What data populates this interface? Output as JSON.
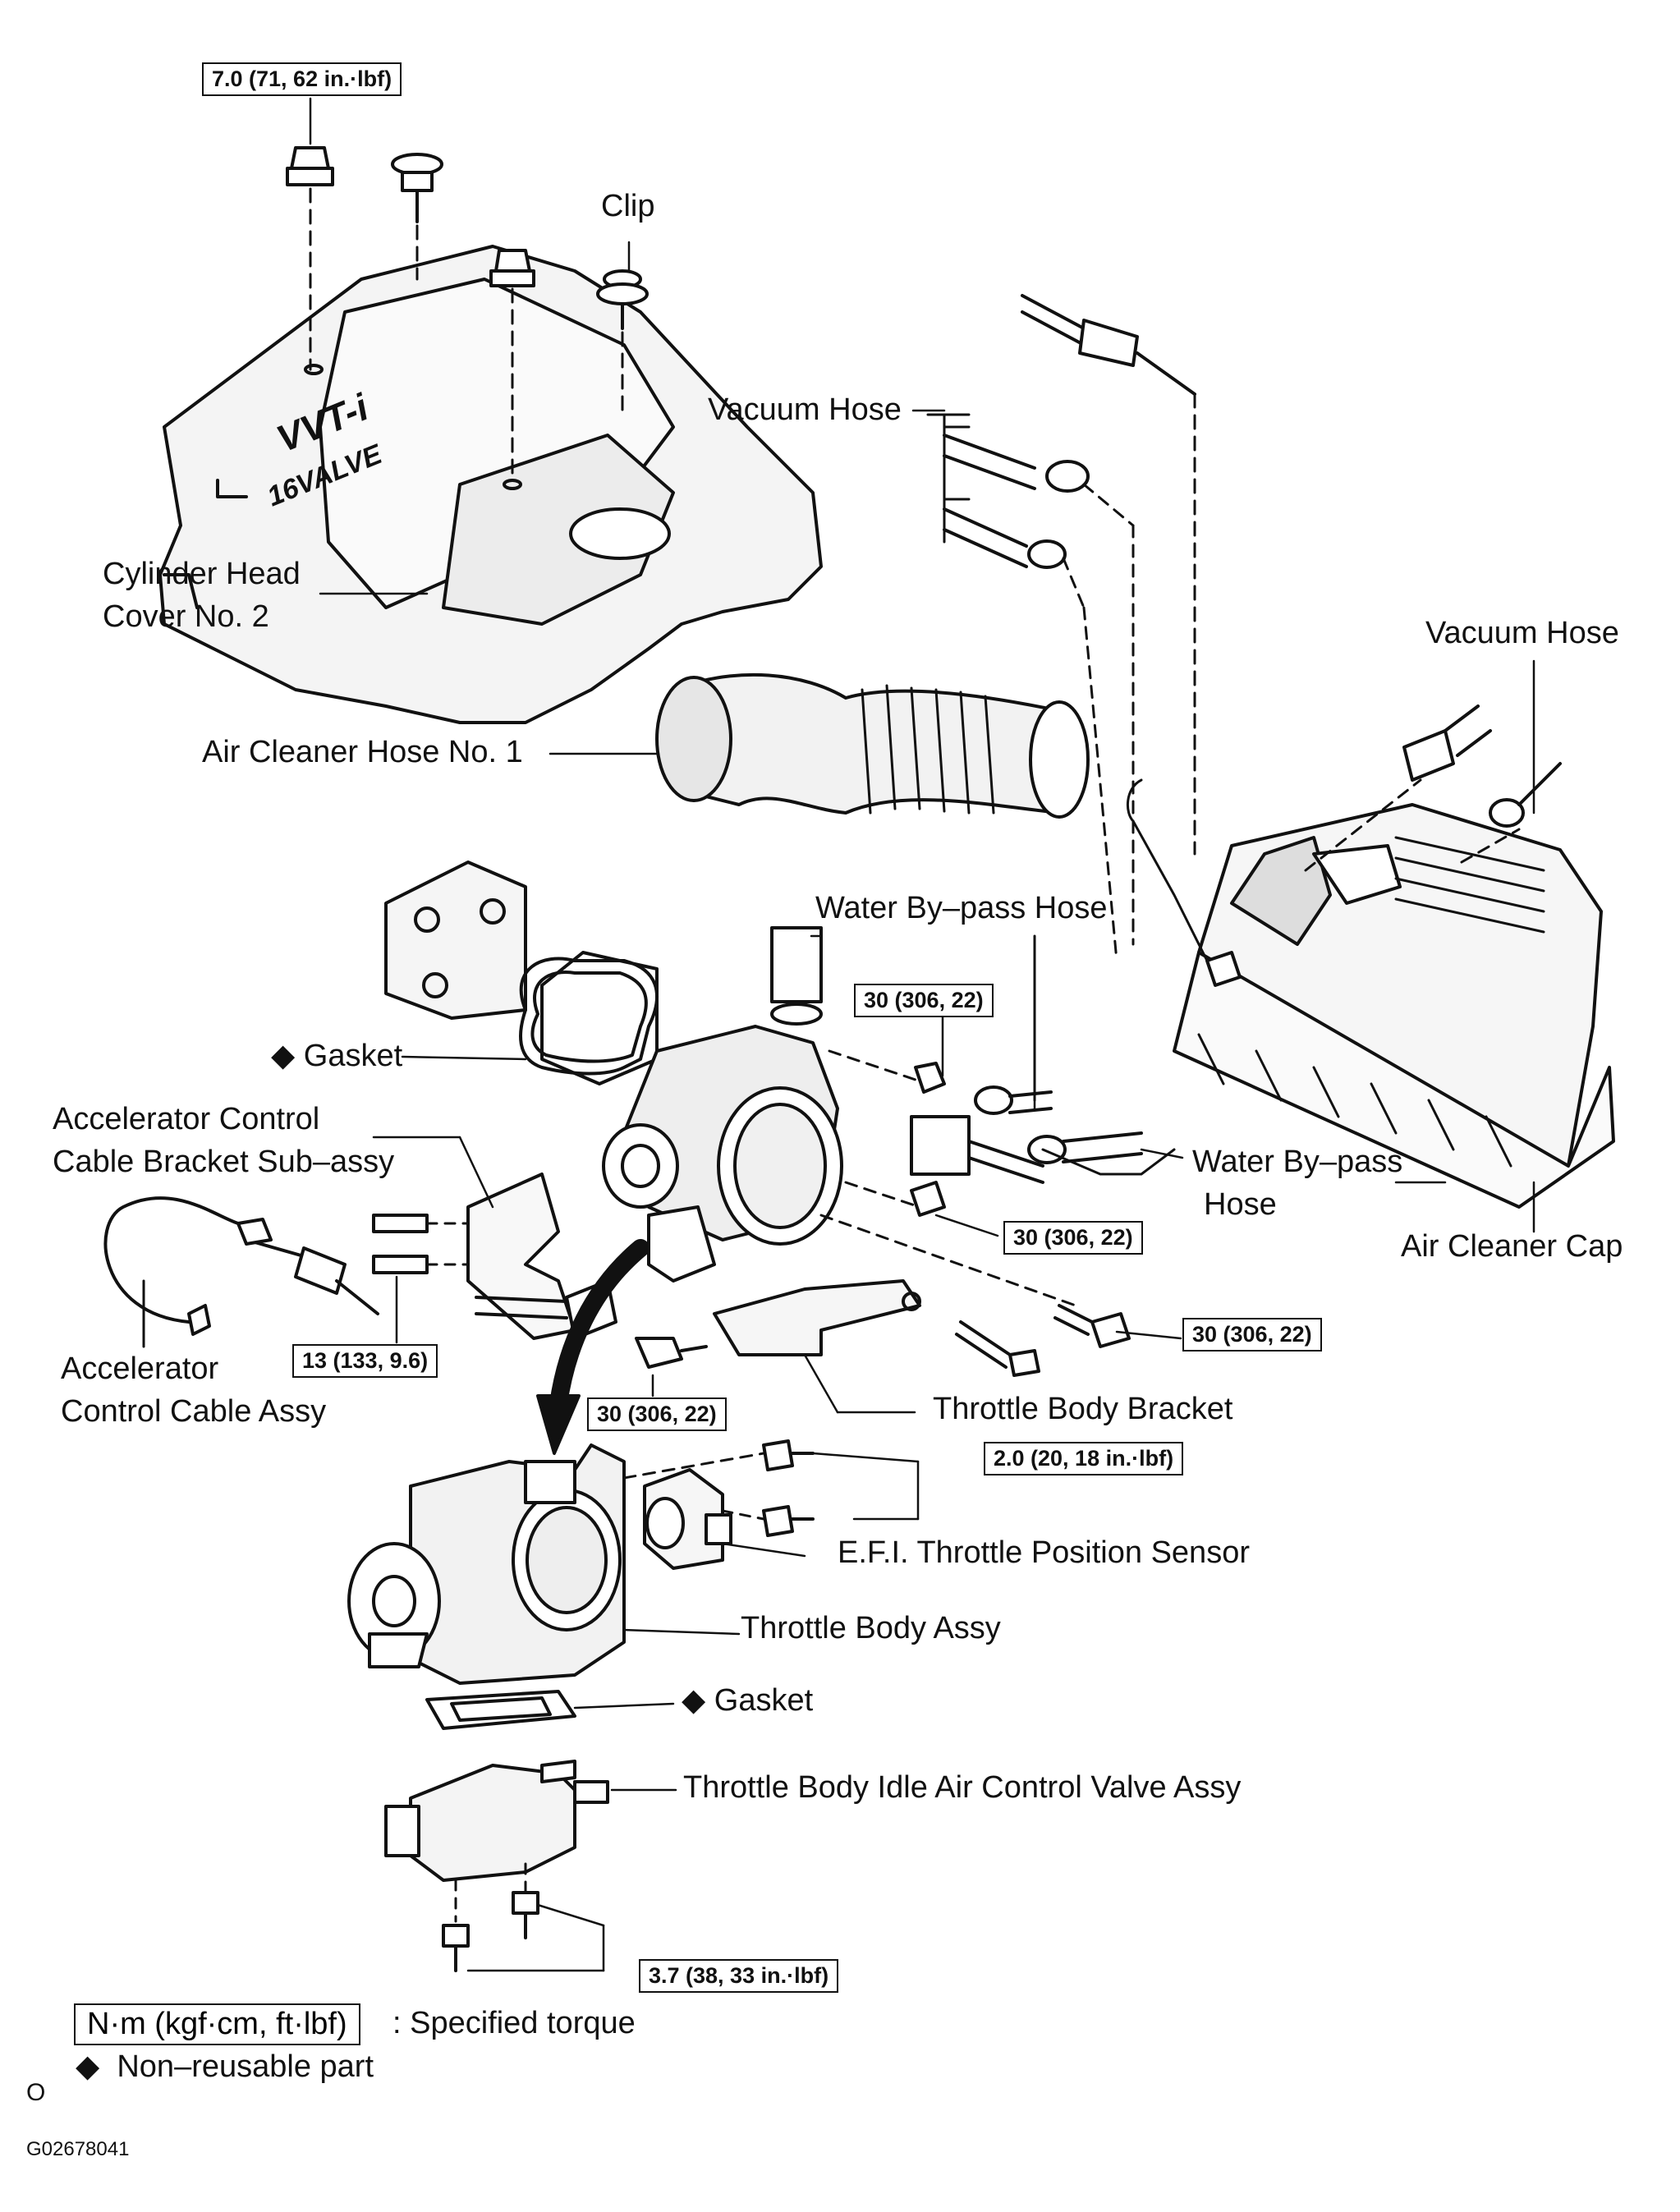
{
  "torques": {
    "top": "7.0 (71, 62 in.·lbf)",
    "bracket_a": "30 (306, 22)",
    "bracket_b": "30 (306, 22)",
    "bracket_c": "30 (306, 22)",
    "bracket_d": "30 (306, 22)",
    "cable": "13 (133, 9.6)",
    "sensor": "2.0 (20, 18 in.·lbf)",
    "iacv": "3.7 (38, 33 in.·lbf)"
  },
  "labels": {
    "clip": "Clip",
    "vacuum_hose_1": "Vacuum Hose",
    "vacuum_hose_2": "Vacuum Hose",
    "cylinder_head_1": "Cylinder Head",
    "cylinder_head_2": "Cover No. 2",
    "air_cleaner_hose": "Air Cleaner Hose No. 1",
    "water_bypass_top": "Water By–pass Hose",
    "gasket_top": "Gasket",
    "accel_bracket_1": "Accelerator Control",
    "accel_bracket_2": "Cable Bracket Sub–assy",
    "water_bypass_right_1": "Water By–pass",
    "water_bypass_right_2": "Hose",
    "air_cleaner_cap": "Air Cleaner Cap",
    "accel_cable_1": "Accelerator",
    "accel_cable_2": "Control Cable Assy",
    "throttle_bracket": "Throttle Body Bracket",
    "tps": "E.F.I. Throttle Position Sensor",
    "throttle_body": "Throttle Body Assy",
    "gasket_bottom": "Gasket",
    "iacv": "Throttle Body Idle Air Control Valve Assy",
    "cover_logo_1": "VVT-i",
    "cover_logo_2": "16VALVE"
  },
  "legend": {
    "torque_box": "N·m (kgf·cm, ft·lbf)",
    "torque_text": ": Specified torque",
    "nonreusable": "Non–reusable part",
    "marker_o": "O",
    "code": "G02678041"
  },
  "diamond": "◆"
}
